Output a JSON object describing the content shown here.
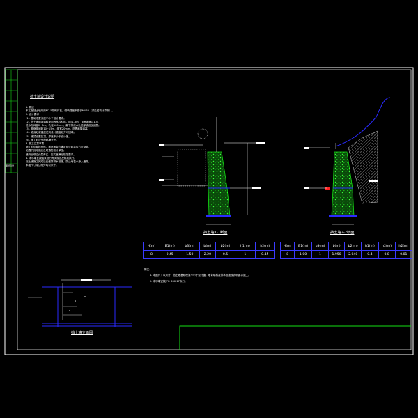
{
  "sheet": {
    "general_title": "挡土墙设计说明",
    "notes": [
      "1. 概述",
      "  本工程挡土墙采用M7.5浆砌片石，砌块强度不低于MU30（详见结构计算书）。",
      "2. 设计要求",
      "  (1). 基础埋置深度不小于设计要求。",
      "  (2). 挡土墙墙背填料采用透水性材料，b=1.5m，顶面坡度1:1.5。",
      "     泄水孔间距2~3m，孔径100mm，最下排泄水孔底部铺设反滤层。",
      "  (3). 伸缩缝间距10~15m，缝宽20mm，沥青麻絮填塞。",
      "  (4). 墙身砂浆强度达到设计强度后方可回填。",
      "  (5). 墙顶设置压顶，厚度不小于设计值。",
      "  (6). 施工时应分段跳槽开挖。",
      "3. 施工注意事项",
      "  施工前应复核地形，基底承载力满足设计要求后方可砌筑，",
      "  如遇不良地质应及时通知设计单位。",
      "  墙背回填应分层夯实，压实度满足规范要求。",
      "4. 未尽事宜按国家现行有关规范及标准执行。",
      "  挡土墙施工完成后应做好排水设施，防止地表水渗入墙背。",
      "  本图尺寸除注明外均以米计。"
    ],
    "title_block_label": "图纸目录"
  },
  "drawing_left": {
    "caption": "挡土墙1-1断面",
    "table": {
      "headers": [
        "H(m)",
        "B1(m)",
        "b3(m)",
        "b(m)",
        "b2(m)",
        "h1(m)",
        "h2(m)"
      ],
      "values": [
        "8",
        "0.45",
        "1.50",
        "2.20",
        "0.5",
        "1",
        "0.45"
      ]
    }
  },
  "drawing_right": {
    "caption": "挡土墙2-2断面",
    "table": {
      "headers": [
        "H(m)",
        "B1(m)",
        "b3(m)",
        "b(m)",
        "b2(m)",
        "h1(m)",
        "h2(m)"
      ],
      "values": [
        "8",
        "1.00",
        "1",
        "1.950",
        "2.040",
        "0.4",
        "0.8",
        "0.01"
      ]
    }
  },
  "drawing_elevation": {
    "caption": "挡土墙立面图"
  },
  "remarks": {
    "title": "附注：",
    "lines": [
      "1. 本图尺寸以米计，挡土墙基础埋深不小于设计值，墙背填料及排水设施按说明要求施工。",
      "2. 未尽事宜按JTG D30-17执行。"
    ]
  },
  "colors": {
    "frame": "#ffffff",
    "blue": "#2a2aff",
    "green": "#14e014",
    "cyan": "#00ffff",
    "red": "#ff2020",
    "yellow": "#ffff40"
  }
}
